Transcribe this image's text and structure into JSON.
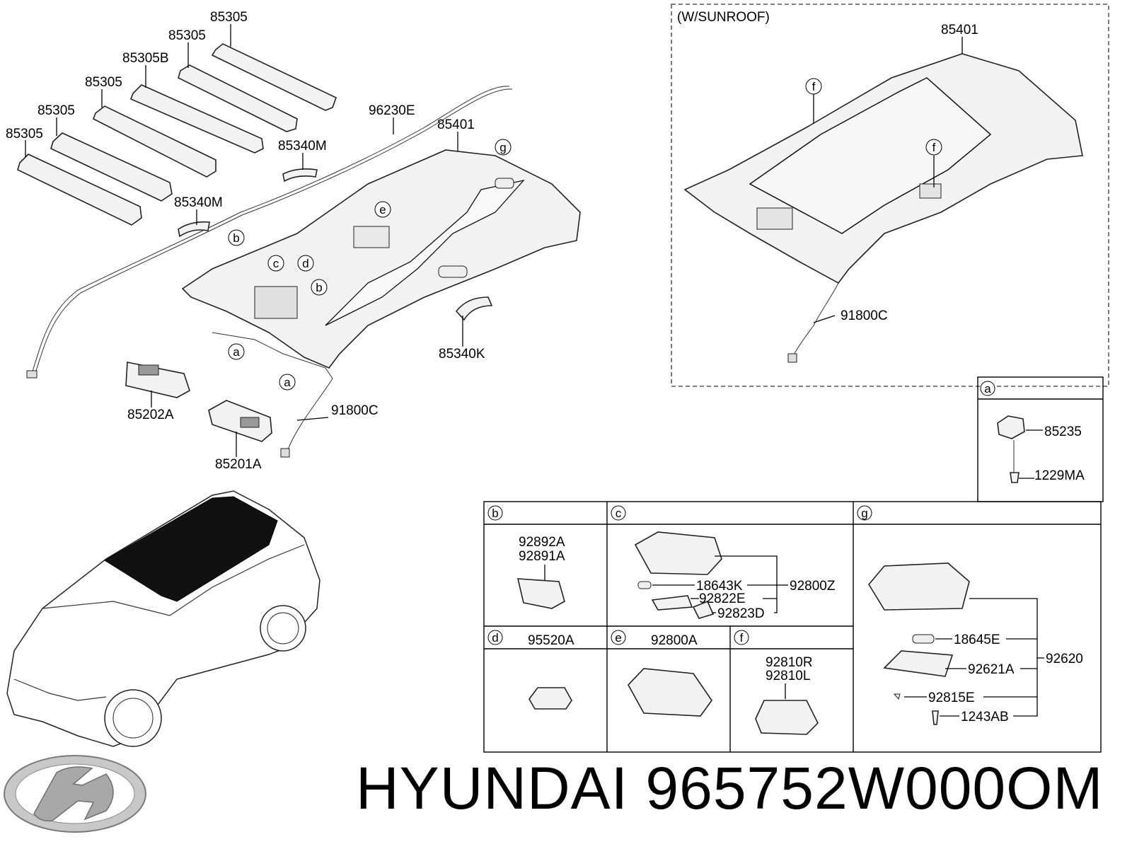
{
  "brand": {
    "name": "HYUNDAI",
    "part_number": "965752W000OM",
    "logo": "hyundai-logo-icon"
  },
  "sunroof_note": "(W/SUNROOF)",
  "callouts": [
    {
      "id": "pad1",
      "text": "85305"
    },
    {
      "id": "pad2",
      "text": "85305"
    },
    {
      "id": "pad3",
      "text": "85305B"
    },
    {
      "id": "pad4",
      "text": "85305"
    },
    {
      "id": "pad5",
      "text": "85305"
    },
    {
      "id": "pad6",
      "text": "85305"
    },
    {
      "id": "wire",
      "text": "96230E"
    },
    {
      "id": "head1",
      "text": "85401"
    },
    {
      "id": "grip1",
      "text": "85340M"
    },
    {
      "id": "grip2",
      "text": "85340M"
    },
    {
      "id": "grip3",
      "text": "85340K"
    },
    {
      "id": "visor1",
      "text": "85202A"
    },
    {
      "id": "visor2",
      "text": "85201A"
    },
    {
      "id": "harness1",
      "text": "91800C"
    },
    {
      "id": "head2",
      "text": "85401"
    },
    {
      "id": "harness2",
      "text": "91800C"
    }
  ],
  "circle_markers": [
    "a",
    "b",
    "c",
    "d",
    "e",
    "f",
    "g"
  ],
  "detail_boxes": {
    "a": {
      "letter": "a",
      "parts": [
        "85235",
        "1229MA"
      ]
    },
    "b": {
      "letter": "b",
      "parts": [
        "92892A",
        "92891A"
      ]
    },
    "c": {
      "letter": "c",
      "parts": [
        "18643K",
        "92822E",
        "92823D",
        "92800Z"
      ]
    },
    "d": {
      "letter": "d",
      "parts": [
        "95520A"
      ]
    },
    "e": {
      "letter": "e",
      "parts": [
        "92800A"
      ]
    },
    "f": {
      "letter": "f",
      "parts": [
        "92810R",
        "92810L"
      ]
    },
    "g": {
      "letter": "g",
      "parts": [
        "18645E",
        "92621A",
        "92815E",
        "1243AB",
        "92620"
      ]
    }
  }
}
